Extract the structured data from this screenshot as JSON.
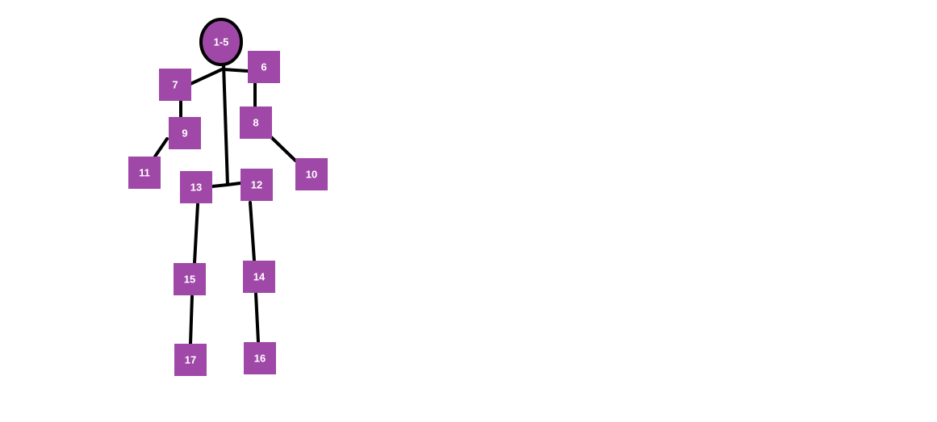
{
  "diagram": {
    "colors": {
      "node_fill": "#a048a8",
      "head_outline": "#000000",
      "bone": "#000000",
      "label": "#ffffff",
      "background": "#ffffff"
    },
    "head": {
      "label": "1-5"
    },
    "nodes": [
      {
        "id": "n6",
        "label": "6"
      },
      {
        "id": "n7",
        "label": "7"
      },
      {
        "id": "n8",
        "label": "8"
      },
      {
        "id": "n9",
        "label": "9"
      },
      {
        "id": "n10",
        "label": "10"
      },
      {
        "id": "n11",
        "label": "11"
      },
      {
        "id": "n12",
        "label": "12"
      },
      {
        "id": "n13",
        "label": "13"
      },
      {
        "id": "n14",
        "label": "14"
      },
      {
        "id": "n15",
        "label": "15"
      },
      {
        "id": "n16",
        "label": "16"
      },
      {
        "id": "n17",
        "label": "17"
      }
    ]
  }
}
